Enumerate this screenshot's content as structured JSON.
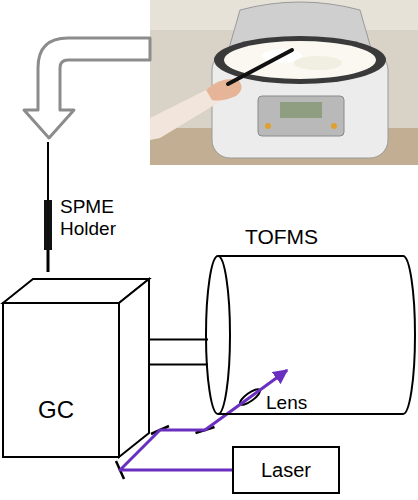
{
  "diagram": {
    "nodes": [
      {
        "text": [
          "GC"
        ]
      },
      {
        "text": [
          "TOFMS"
        ]
      },
      {
        "text": [
          "Laser"
        ]
      }
    ],
    "edges": [
      {
        "from": 0,
        "to": 1,
        "arrow": "none"
      },
      {
        "from": 2,
        "to": 1,
        "arrow": "to"
      }
    ],
    "labels": [
      "SPME Holder",
      "Lens"
    ]
  }
}
